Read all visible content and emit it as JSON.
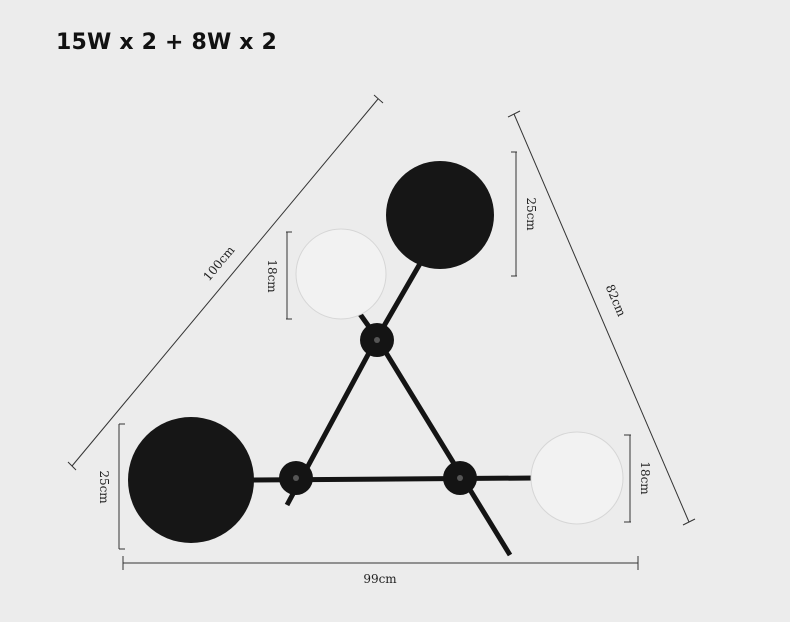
{
  "title": "15W x 2 + 8W x 2",
  "dimensions": {
    "overall_diagonal_left": "100cm",
    "overall_diagonal_right": "82cm",
    "overall_width": "99cm",
    "large_disc_top": "25cm",
    "large_disc_left": "25cm",
    "small_disc_top": "18cm",
    "small_disc_right": "18cm"
  },
  "colors": {
    "background": "#ececec",
    "black_disc": "#161616",
    "white_disc": "#f2f2f2",
    "frame": "#141414"
  }
}
